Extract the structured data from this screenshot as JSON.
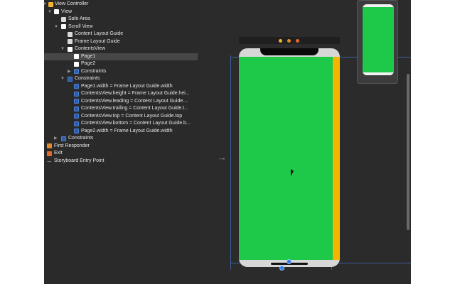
{
  "outline": {
    "items": [
      {
        "label": "View Controller",
        "icon": "view-controller-icon"
      },
      {
        "label": "View",
        "icon": "view-icon"
      },
      {
        "label": "Safe Area",
        "icon": "doc-icon"
      },
      {
        "label": "Scroll View",
        "icon": "view-icon"
      },
      {
        "label": "Content Layout Guide",
        "icon": "doc-icon"
      },
      {
        "label": "Frame Layout Guide",
        "icon": "doc-icon"
      },
      {
        "label": "ContentsView",
        "icon": "view-icon"
      },
      {
        "label": "Page1",
        "icon": "view-icon"
      },
      {
        "label": "Page2",
        "icon": "view-icon"
      },
      {
        "label": "Constraints",
        "icon": "constraints-icon"
      },
      {
        "label": "Constraints",
        "icon": "constraints-icon"
      },
      {
        "label": "Page1.width = Frame Layout Guide.width",
        "icon": "constraint-icon"
      },
      {
        "label": "ContentsView.height = Frame Layout Guide.hei...",
        "icon": "constraint-icon"
      },
      {
        "label": "ContentsView.leading = Content Layout Guide....",
        "icon": "constraint-icon"
      },
      {
        "label": "ContentsView.trailing = Content Layout Guide.t...",
        "icon": "constraint-icon"
      },
      {
        "label": "ContentsView.top = Content Layout Guide.top",
        "icon": "constraint-icon"
      },
      {
        "label": "ContentsView.bottom = Content Layout Guide.b...",
        "icon": "constraint-icon"
      },
      {
        "label": "Page2.width = Frame Layout Guide.width",
        "icon": "constraint-icon"
      },
      {
        "label": "Constraints",
        "icon": "constraints-icon"
      },
      {
        "label": "First Responder",
        "icon": "first-responder-icon"
      },
      {
        "label": "Exit",
        "icon": "exit-icon"
      },
      {
        "label": "Storyboard Entry Point",
        "icon": "arrow-right-icon"
      }
    ]
  },
  "colors": {
    "green": "#1ec94a",
    "yellow": "#f5b400",
    "selection": "#474747",
    "outline_bg": "#2a2a2a",
    "canvas_bg": "#2b2b2b"
  },
  "scene_bar_icons": [
    "view-controller-icon",
    "first-responder-icon",
    "exit-icon"
  ]
}
